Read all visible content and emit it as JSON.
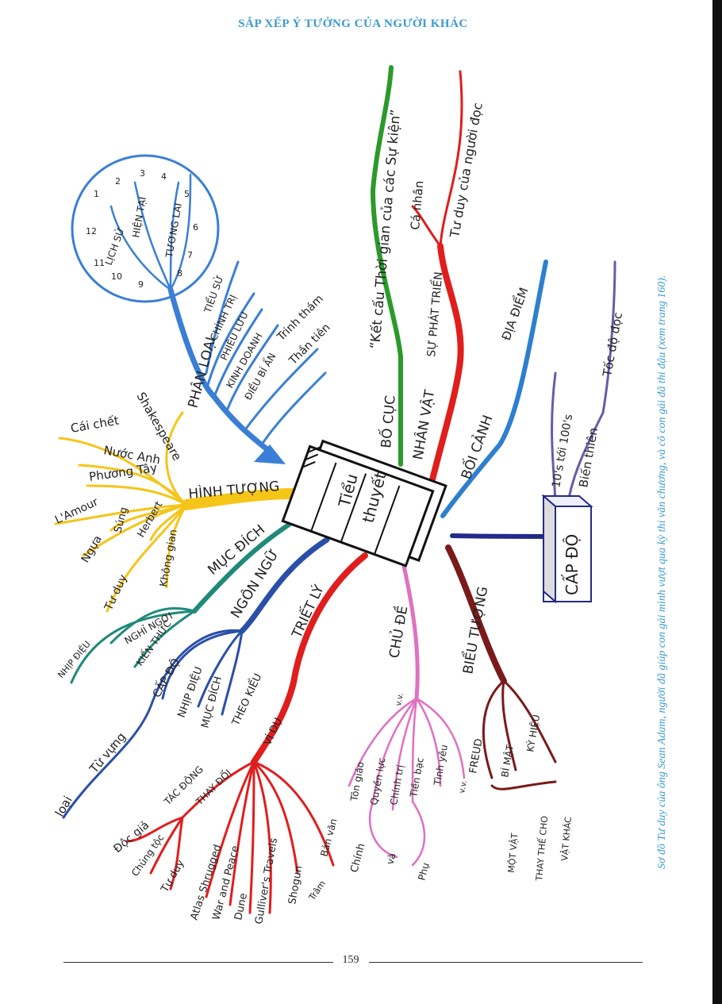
{
  "page": {
    "header": "SẮP XẾP Ý TƯỞNG CỦA NGƯỜI KHÁC",
    "page_number": "159",
    "caption_line1": "Sơ đồ Tư duy của ông Sean Adam, người đã giúp con gái mình vượt qua kỳ thi văn chương, và cô con gái đã thi đậu (xem trang 160)."
  },
  "colors": {
    "accent": "#3a9ad0",
    "hinh_tuong": "#f5c518",
    "muc_dich": "#1f8a7a",
    "ngon_ngu": "#2a4fa8",
    "triet_ly": "#e01e1e",
    "chu_de": "#e070c0",
    "bieu_tuong": "#7a1a1a",
    "cap_do": "#232a8a",
    "boi_canh": "#2f7fd0",
    "nhan_vat": "#e01e1e",
    "bo_cuc": "#2a9a2a",
    "phan_loai": "#3a7fd5",
    "toc_do": "#6a5aa8"
  },
  "center": {
    "label_line1": "Tiểu",
    "label_line2": "thuyết"
  },
  "branches": {
    "hinh_tuong": {
      "label": "HÌNH TƯỢNG",
      "items": [
        "Cái chết",
        "Shakespeare",
        "Nước Anh",
        "Phương Tây",
        "L'Amour",
        "Súng",
        "Ngựa",
        "Herbert",
        "Tư duy",
        "Không gian"
      ]
    },
    "muc_dich": {
      "label": "MỤC ĐÍCH",
      "items": [
        "NGHỈ NGƠI",
        "NHỊP ĐIỆU",
        "KIẾN THỨC"
      ]
    },
    "ngon_ngu": {
      "label": "NGÔN NGỮ",
      "items": [
        "CẤP ĐỘ",
        "NHỊP ĐIỆU",
        "MỤC ĐÍCH",
        "Từ vựng",
        "loại"
      ]
    },
    "triet_ly": {
      "label": "TRIẾT LÝ",
      "items": [
        "THEO KIỂU",
        "VÍ DỤ",
        "TÁC ĐỘNG",
        "THAY ĐỔI",
        "Độc giả",
        "Chủng tộc",
        "Tư duy",
        "Atlas Shrugged",
        "War and Peace",
        "Dune",
        "Gulliver's Travels",
        "Shogun",
        "Trâm",
        "Bản văn"
      ]
    },
    "chu_de": {
      "label": "CHỦ ĐỀ",
      "items": [
        "v.v.",
        "Tôn giáo",
        "Quyền lực",
        "Chính trị",
        "Tiền bạc",
        "Tình yêu",
        "v.v.",
        "Chính",
        "và",
        "Phụ"
      ]
    },
    "bieu_tuong": {
      "label": "BIỂU TƯỢNG",
      "items": [
        "FREUD",
        "BÍ MẬT",
        "KÝ HIỆU",
        "MỘT VẬT",
        "THAY THẾ CHO",
        "VẬT KHÁC"
      ]
    },
    "cap_do": {
      "label": "CẤP ĐỘ",
      "items": [
        "10's tới 100's",
        "Biến thiên",
        "Tốc độ đọc"
      ]
    },
    "boi_canh": {
      "label": "BỐI CẢNH",
      "items": [
        "ĐỊA ĐIỂM"
      ]
    },
    "nhan_vat": {
      "label": "NHÂN VẬT",
      "items": [
        "SỰ PHÁT TRIỂN",
        "Cá nhân",
        "Tư duy của người đọc"
      ]
    },
    "bo_cuc": {
      "label": "BỐ CỤC",
      "items": [
        "“Kết cấu Thời gian của các Sự kiện”"
      ]
    },
    "phan_loai": {
      "label": "PHÂN LOẠI",
      "items": [
        "TIỂU SỬ",
        "CHÍNH TRỊ",
        "PHIÊU LƯU",
        "KINH DOANH",
        "ĐIỀU BÍ ẨN",
        "Trinh thám",
        "Thần tiên",
        "LỊCH SỬ",
        "HIỆN TẠI",
        "TƯƠNG LAI",
        "1",
        "2",
        "3",
        "4",
        "5",
        "6",
        "7",
        "8",
        "9",
        "10",
        "11",
        "12"
      ]
    }
  }
}
